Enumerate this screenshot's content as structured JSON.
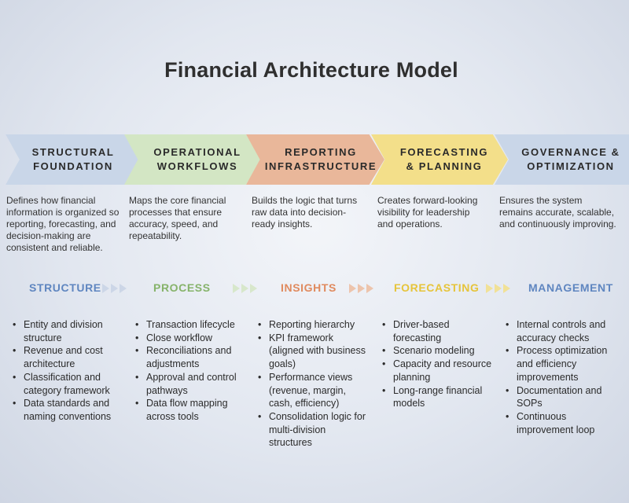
{
  "title": "Financial Architecture Model",
  "stages": [
    {
      "heading": "STRUCTURAL\nFOUNDATION",
      "description": "Defines how financial information is organized so reporting, forecasting, and decision-making are consistent and reliable.",
      "label": "STRUCTURE",
      "label_color": "#5f86c0",
      "items": [
        "Entity and division structure",
        "Revenue and cost architecture",
        "Classification and category framework",
        "Data standards and naming conventions"
      ]
    },
    {
      "heading": "OPERATIONAL\nWORKFLOWS",
      "description": "Maps the core financial processes that ensure accuracy, speed, and repeatability.",
      "label": "PROCESS",
      "label_color": "#86b36a",
      "items": [
        "Transaction lifecycle",
        "Close workflow",
        "Reconciliations and adjustments",
        "Approval and control pathways",
        "Data flow mapping across tools"
      ]
    },
    {
      "heading": "REPORTING\nINFRASTRUCTURE",
      "description": "Builds the logic that turns raw data into decision-ready insights.",
      "label": "INSIGHTS",
      "label_color": "#e08a5e",
      "items": [
        "Reporting hierarchy",
        "KPI framework (aligned with business goals)",
        "Performance views (revenue, margin, cash, efficiency)",
        "Consolidation logic for multi-division structures"
      ]
    },
    {
      "heading": "FORECASTING\n& PLANNING",
      "description": "Creates forward-looking visibility for leadership and operations.",
      "label": "FORECASTING",
      "label_color": "#e6c43a",
      "items": [
        "Driver-based forecasting",
        "Scenario modeling",
        "Capacity and resource planning",
        "Long-range financial models"
      ]
    },
    {
      "heading": "GOVERNANCE &\nOPTIMIZATION",
      "description": "Ensures the system remains accurate, scalable, and continuously improving.",
      "label": "MANAGEMENT",
      "label_color": "#5f86c0",
      "items": [
        "Internal controls and accuracy checks",
        "Process optimization and efficiency improvements",
        "Documentation and SOPs",
        "Continuous improvement loop"
      ]
    }
  ]
}
